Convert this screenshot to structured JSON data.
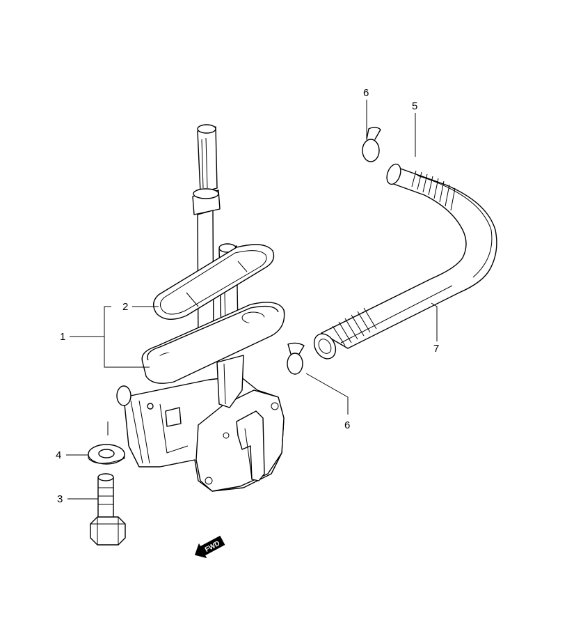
{
  "callouts": {
    "part_1": "1",
    "part_2": "2",
    "part_3": "3",
    "part_4": "4",
    "part_5": "5",
    "part_6_top": "6",
    "part_6_bottom": "6",
    "part_7": "7"
  },
  "fwd_indicator": {
    "label": "FWD",
    "icon": "arrow-left-down"
  }
}
